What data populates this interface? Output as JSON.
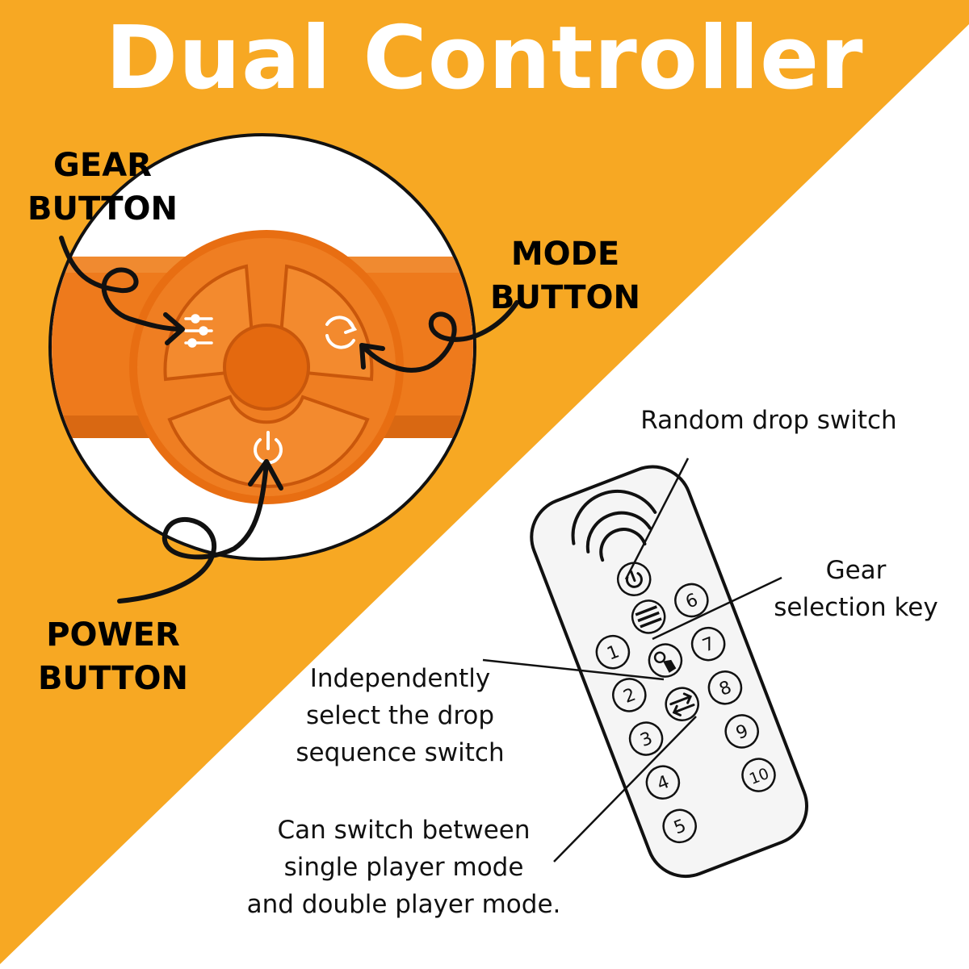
{
  "title": "Dual Controller",
  "colors": {
    "background_accent": "#F7A823",
    "controller_orange": "#EE7A1C",
    "controller_shadow": "#C9570B",
    "remote_body": "#F5F5F5",
    "text_dark": "#111111",
    "title_text": "#FFFFFF"
  },
  "controller_callouts": {
    "gear": {
      "line1": "GEAR",
      "line2": "BUTTON"
    },
    "mode": {
      "line1": "MODE",
      "line2": "BUTTON"
    },
    "power": {
      "line1": "POWER",
      "line2": "BUTTON"
    }
  },
  "controller_icons": {
    "gear": "sliders-icon",
    "mode": "refresh-icon",
    "power": "power-icon"
  },
  "remote_callouts": {
    "random_drop": "Random drop switch",
    "gear_selection": {
      "line1": "Gear",
      "line2": "selection key"
    },
    "independent": {
      "line1": "Independently",
      "line2": "select the drop",
      "line3": "sequence switch"
    },
    "player_mode": {
      "line1": "Can switch between",
      "line2": "single player mode",
      "line3": "and double player mode."
    }
  },
  "remote": {
    "number_keys": [
      "1",
      "2",
      "3",
      "4",
      "5",
      "6",
      "7",
      "8",
      "9",
      "10"
    ],
    "icons": [
      "wifi-signal-icon",
      "power-icon",
      "menu-lines-icon",
      "hand-tap-icon",
      "swap-arrows-icon"
    ]
  }
}
